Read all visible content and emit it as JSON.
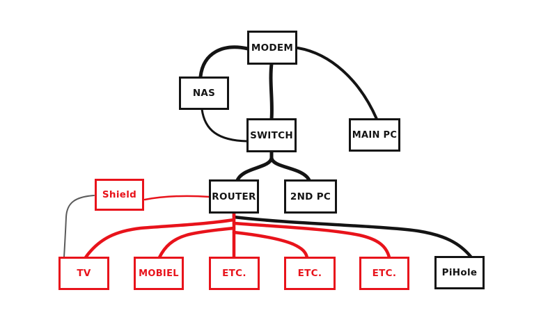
{
  "diagram": {
    "background": "#ffffff",
    "colors": {
      "black": "#141414",
      "red": "#e8131b",
      "gray": "#5a5a5a"
    },
    "nodes": [
      {
        "id": "modem",
        "label": "MODEM",
        "color": "black"
      },
      {
        "id": "nas",
        "label": "NAS",
        "color": "black"
      },
      {
        "id": "switch",
        "label": "SWITCH",
        "color": "black"
      },
      {
        "id": "main-pc",
        "label": "MAIN PC",
        "color": "black"
      },
      {
        "id": "router",
        "label": "ROUTER",
        "color": "black"
      },
      {
        "id": "second-pc",
        "label": "2ND PC",
        "color": "black"
      },
      {
        "id": "shield",
        "label": "Shield",
        "color": "red"
      },
      {
        "id": "tv",
        "label": "TV",
        "color": "red"
      },
      {
        "id": "mobiel",
        "label": "MOBIEL",
        "color": "red"
      },
      {
        "id": "etc-1",
        "label": "ETC.",
        "color": "red"
      },
      {
        "id": "etc-2",
        "label": "ETC.",
        "color": "red"
      },
      {
        "id": "etc-3",
        "label": "ETC.",
        "color": "red"
      },
      {
        "id": "pihole",
        "label": "PiHole",
        "color": "black"
      }
    ],
    "edges": [
      {
        "from": "modem",
        "to": "nas",
        "color": "black"
      },
      {
        "from": "modem",
        "to": "switch",
        "color": "black"
      },
      {
        "from": "modem",
        "to": "main-pc",
        "color": "black"
      },
      {
        "from": "nas",
        "to": "switch",
        "color": "black"
      },
      {
        "from": "switch",
        "to": "router",
        "color": "black"
      },
      {
        "from": "switch",
        "to": "second-pc",
        "color": "black"
      },
      {
        "from": "shield",
        "to": "router",
        "color": "red"
      },
      {
        "from": "shield",
        "to": "tv",
        "color": "gray"
      },
      {
        "from": "router",
        "to": "tv",
        "color": "red"
      },
      {
        "from": "router",
        "to": "mobiel",
        "color": "red"
      },
      {
        "from": "router",
        "to": "etc-1",
        "color": "red"
      },
      {
        "from": "router",
        "to": "etc-2",
        "color": "red"
      },
      {
        "from": "router",
        "to": "etc-3",
        "color": "red"
      },
      {
        "from": "router",
        "to": "pihole",
        "color": "black"
      }
    ]
  }
}
